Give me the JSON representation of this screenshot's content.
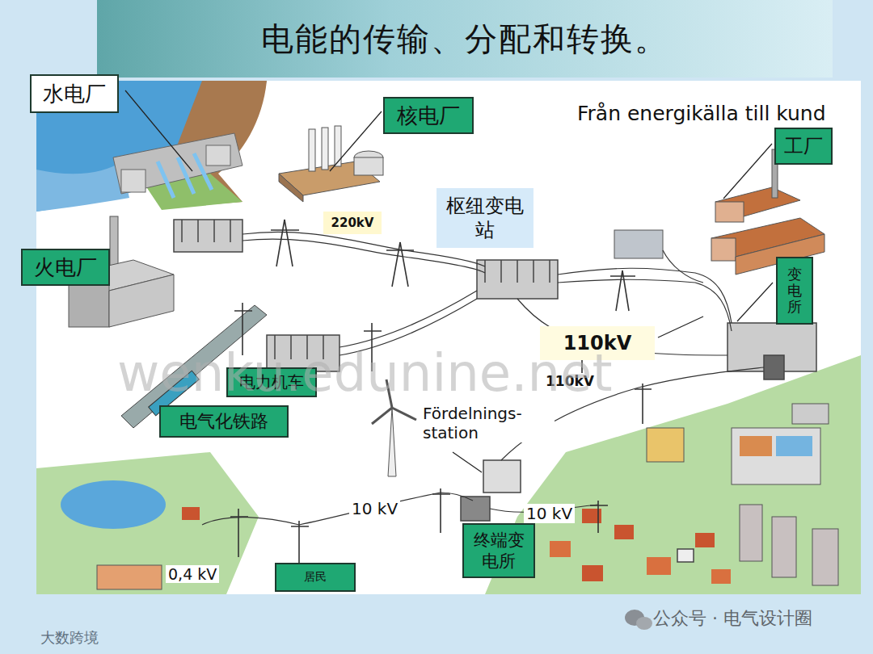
{
  "diagram": {
    "title": "电能的传输、分配和转换。",
    "nodes": [
      {
        "text": [
          "水电厂"
        ]
      },
      {
        "text": [
          "核电厂"
        ]
      },
      {
        "text": [
          "220kV"
        ]
      },
      {
        "text": [
          "枢纽变电站"
        ]
      },
      {
        "text": [
          "工厂"
        ]
      },
      {
        "text": [
          "火电厂"
        ]
      },
      {
        "text": [
          "变电所"
        ]
      },
      {
        "text": [
          "110kV"
        ]
      },
      {
        "text": [
          "电力机车"
        ]
      },
      {
        "text": [
          "电气化铁路"
        ]
      },
      {
        "text": [
          "终端变电所"
        ]
      },
      {
        "text": [
          "居民"
        ]
      }
    ],
    "labels": [
      "Från energikälla till kund",
      "110kV",
      "Fördelnings- station",
      "10 kV",
      "10 kV",
      "0,4 kV",
      "wenku.edunine.net",
      "公众号 · 电气设计圈",
      "大数跨境"
    ]
  }
}
